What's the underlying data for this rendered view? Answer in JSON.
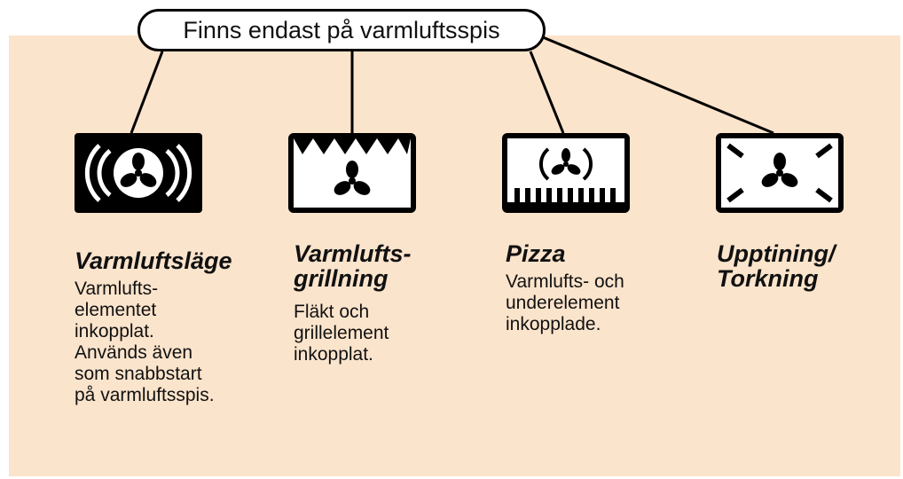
{
  "header": {
    "label": "Finns endast på varmluftsspis"
  },
  "modes": [
    {
      "icon": "fan-ring-icon",
      "title": "Varmluftsläge",
      "description": "Varmlufts-\nelementet\ninkopplat.\nAnvänds även\nsom snabbstart\npå varmluftsspis."
    },
    {
      "icon": "fan-grill-icon",
      "title": "Varmlufts-\ngrillning",
      "description": "Fläkt och\ngrillelement\n inkopplat."
    },
    {
      "icon": "fan-pizza-icon",
      "title": "Pizza",
      "description": "Varmlufts- och\nunderelement\ninkopplade."
    },
    {
      "icon": "fan-defrost-icon",
      "title": "Upptining/\nTorkning",
      "description": ""
    }
  ],
  "colors": {
    "panel": "#fbe4cc",
    "ink": "#000000"
  }
}
